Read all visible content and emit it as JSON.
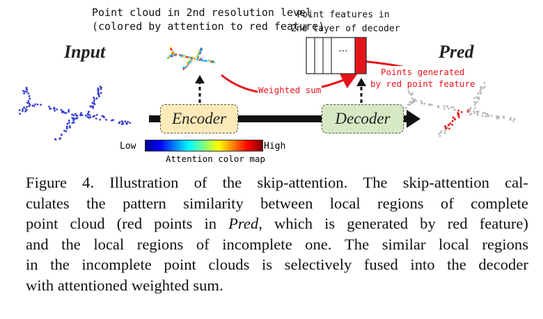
{
  "figure": {
    "pc_title_line1": "Point cloud in 2nd resolution level",
    "pc_title_line2": "(colored by attention to red feature)",
    "pf_title_line1": "Point features in",
    "pf_title_line2": "2nd layer of decoder",
    "feature_ellipsis": "···",
    "input_label": "Input",
    "pred_label": "Pred",
    "encoder_label": "Encoder",
    "decoder_label": "Decoder",
    "weighted_sum_label": "Weighted sum",
    "points_generated_line1": "Points generated",
    "points_generated_line2": "by red point feature",
    "colorbar_low": "Low",
    "colorbar_high": "High",
    "colorbar_title": "Attention color map",
    "colors": {
      "input_cloud": "#3a3fcf",
      "red_feature": "#e8141c",
      "encoder_fill": "#fdeab9",
      "decoder_fill": "#d7e8c4",
      "pred_cloud": "#b8b8b8"
    }
  },
  "caption": {
    "lines": [
      [
        "Figure",
        "4.",
        "Illustration",
        "of",
        "the",
        "skip-attention.",
        "The",
        "skip-attention",
        "cal-"
      ],
      [
        "culates",
        "the",
        "pattern",
        "similarity",
        "between",
        "local",
        "regions",
        "of",
        "complete"
      ],
      [
        "point",
        "cloud",
        "(red",
        "points",
        "in",
        "Pred,",
        "which",
        "is",
        "generated",
        "by",
        "red",
        "feature)"
      ],
      [
        "and",
        "the",
        "local",
        "regions",
        "of",
        "incomplete",
        "one.",
        "The",
        "similar",
        "local",
        "regions"
      ],
      [
        "in",
        "the",
        "incomplete",
        "point",
        "clouds",
        "is",
        "selectively",
        "fused",
        "into",
        "the",
        "decoder"
      ],
      [
        "with attentioned weighted sum."
      ]
    ]
  }
}
